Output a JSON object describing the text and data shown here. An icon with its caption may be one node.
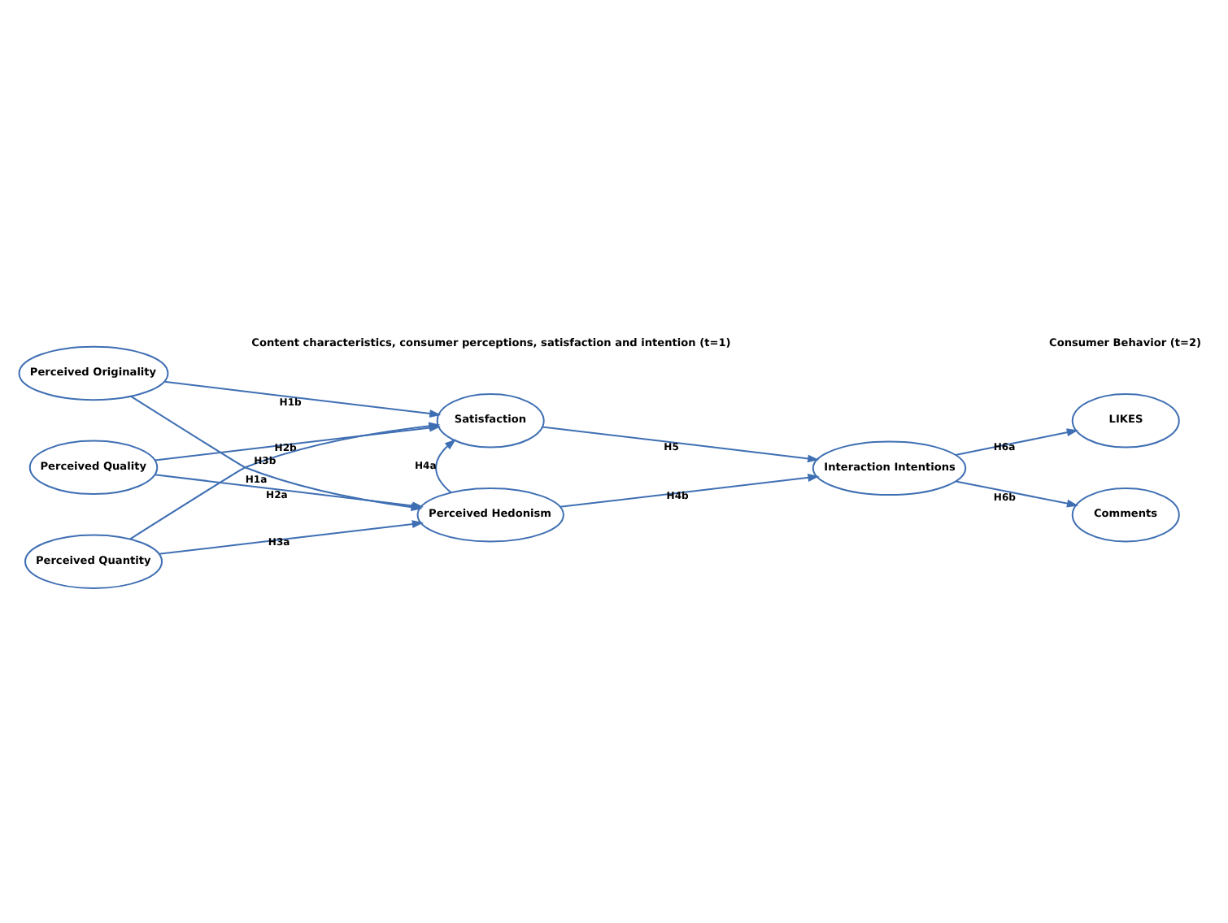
{
  "diagram": {
    "nodes": [
      {
        "text": [
          "Perceived Originality"
        ]
      },
      {
        "text": [
          "Perceived Quality"
        ]
      },
      {
        "text": [
          "Perceived Quantity"
        ]
      },
      {
        "text": [
          "Satisfaction"
        ]
      },
      {
        "text": [
          "Perceived Hedonism"
        ]
      },
      {
        "text": [
          "Interaction Intentions"
        ]
      },
      {
        "text": [
          "LIKES"
        ]
      },
      {
        "text": [
          "Comments"
        ]
      }
    ],
    "edges": [
      {
        "from": 0,
        "to": 3,
        "arrow": "to",
        "label": "H1b"
      },
      {
        "from": 0,
        "to": 4,
        "arrow": "to",
        "label": "H1a"
      },
      {
        "from": 1,
        "to": 3,
        "arrow": "to",
        "label": "H2b"
      },
      {
        "from": 1,
        "to": 4,
        "arrow": "to",
        "label": "H2a"
      },
      {
        "from": 2,
        "to": 3,
        "arrow": "to",
        "label": "H3b"
      },
      {
        "from": 2,
        "to": 4,
        "arrow": "to",
        "label": "H3a"
      },
      {
        "from": 4,
        "to": 3,
        "arrow": "to",
        "label": "H4a"
      },
      {
        "from": 3,
        "to": 5,
        "arrow": "to",
        "label": "H5"
      },
      {
        "from": 4,
        "to": 5,
        "arrow": "to",
        "label": "H4b"
      },
      {
        "from": 5,
        "to": 6,
        "arrow": "to",
        "label": "H6a"
      },
      {
        "from": 5,
        "to": 7,
        "arrow": "to",
        "label": "H6b"
      }
    ],
    "labels": [
      "Content characteristics, consumer perceptions, satisfaction and intention (t=1)",
      "Consumer Behavior (t=2)"
    ]
  }
}
